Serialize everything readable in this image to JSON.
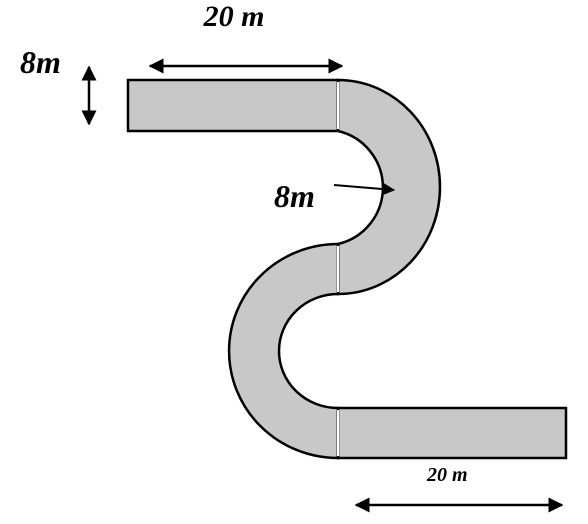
{
  "labels": {
    "top_length": "20 m",
    "width": "8m",
    "radius": "8m",
    "bottom_length": "20 m"
  },
  "colors": {
    "road_fill": "#c8c8c8",
    "outline": "#000000",
    "divider": "#ffffff"
  }
}
